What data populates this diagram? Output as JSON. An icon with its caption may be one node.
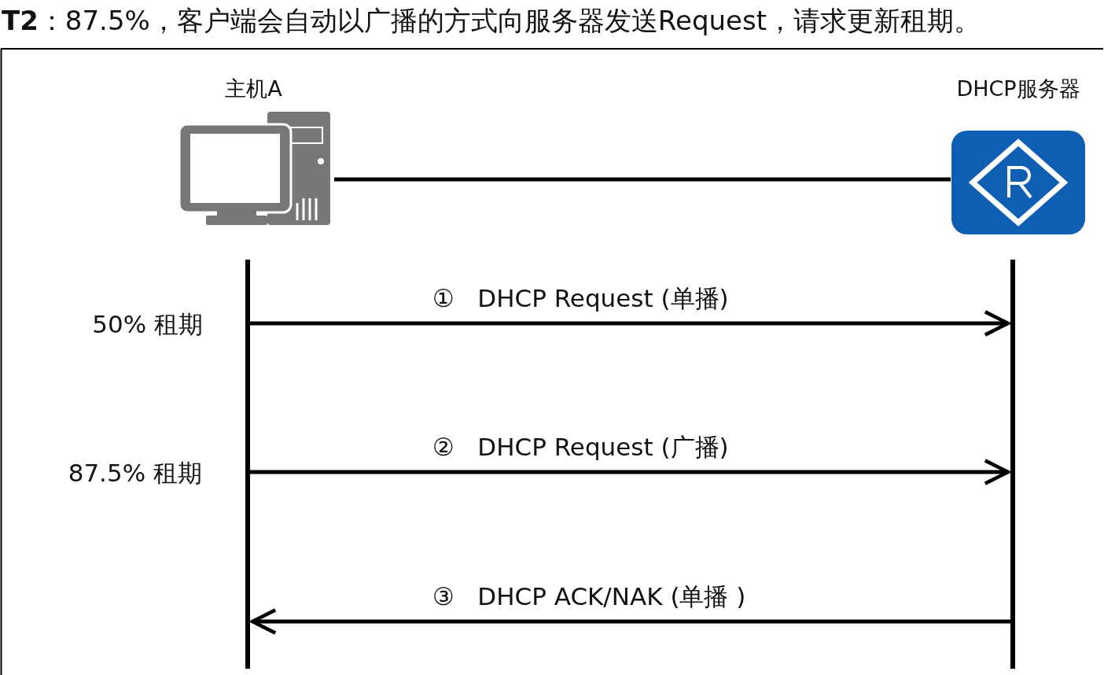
{
  "diagram": {
    "title": "**T2**：87.5%，客户端会自动以广播的方式向服务器发送Request，请求更新租期。",
    "nodes": [
      {
        "text": [
          "主机A"
        ]
      },
      {
        "text": [
          "DHCP服务器"
        ]
      },
      {
        "text": [],
        "shape": "bar"
      },
      {
        "text": [],
        "shape": "bar"
      }
    ],
    "edges": [
      {
        "from": 0,
        "to": 1,
        "arrow": "none"
      },
      {
        "from": 2,
        "to": 3,
        "arrow": "to",
        "label": "①   DHCP Request (单播)"
      },
      {
        "from": 2,
        "to": 3,
        "arrow": "to",
        "label": "②   DHCP Request (广播)"
      },
      {
        "from": 3,
        "to": 2,
        "arrow": "to",
        "label": "③   DHCP ACK/NAK (单播 )"
      }
    ],
    "labels": [
      "50% 租期",
      "87.5% 租期"
    ]
  }
}
